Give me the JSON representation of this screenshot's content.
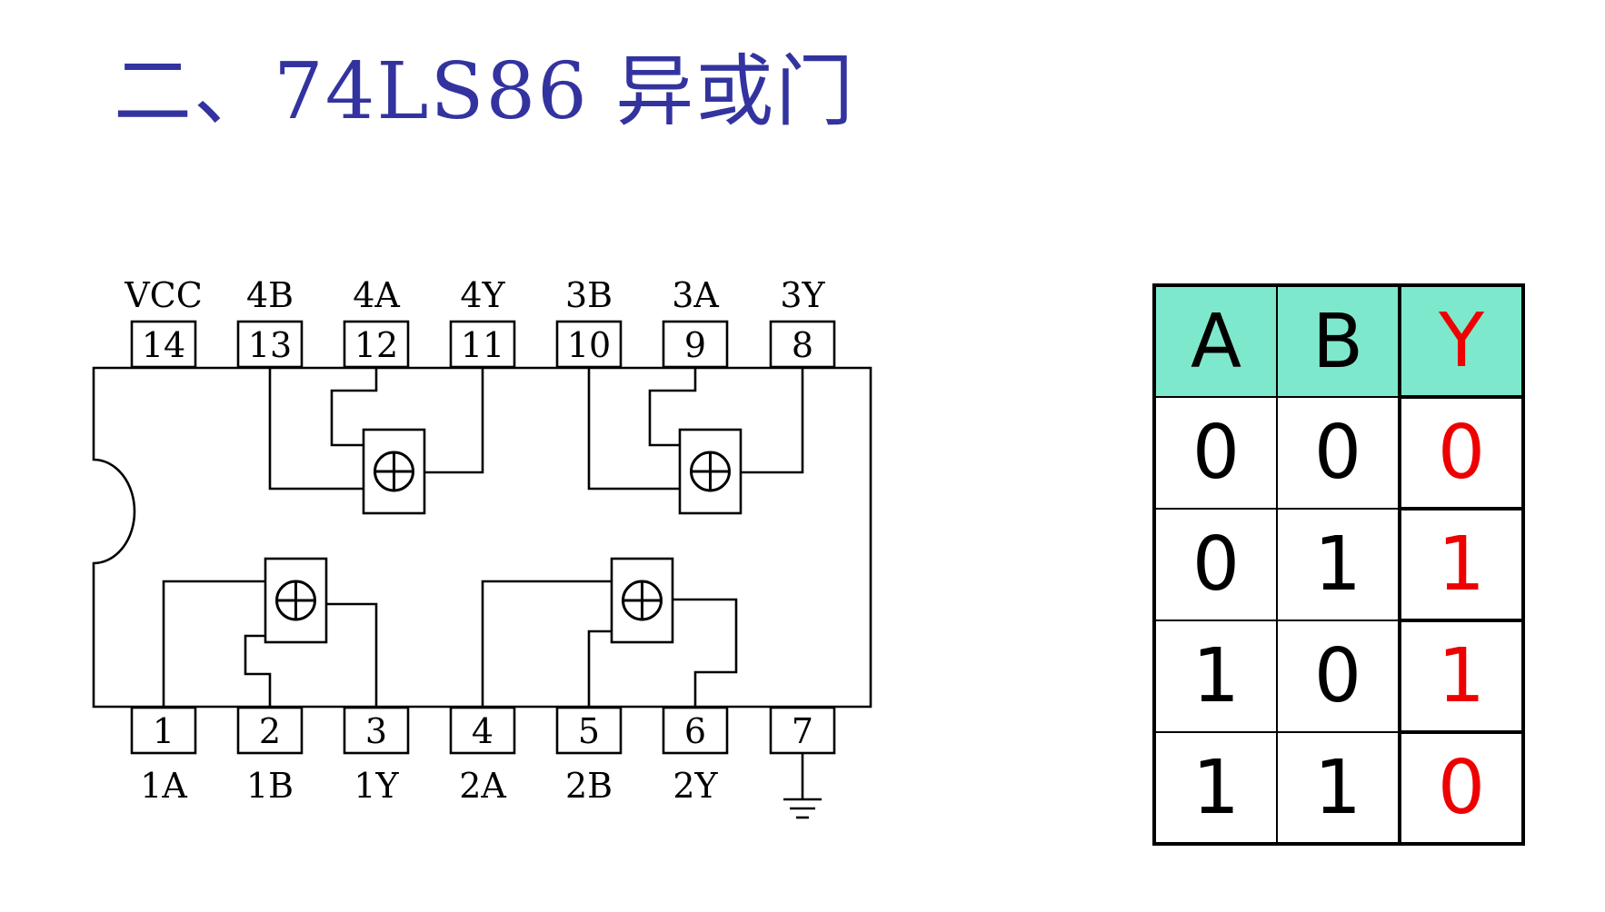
{
  "title": "二、74LS86 异或门",
  "colors": {
    "title": "#3333a0",
    "header_bg": "#7ee8cc",
    "output_text": "#ee0000",
    "lines": "#000000"
  },
  "chip": {
    "top_pins": [
      {
        "number": "14",
        "label": "VCC"
      },
      {
        "number": "13",
        "label": "4B"
      },
      {
        "number": "12",
        "label": "4A"
      },
      {
        "number": "11",
        "label": "4Y"
      },
      {
        "number": "10",
        "label": "3B"
      },
      {
        "number": "9",
        "label": "3A"
      },
      {
        "number": "8",
        "label": "3Y"
      }
    ],
    "bottom_pins": [
      {
        "number": "1",
        "label": "1A"
      },
      {
        "number": "2",
        "label": "1B"
      },
      {
        "number": "3",
        "label": "1Y"
      },
      {
        "number": "4",
        "label": "2A"
      },
      {
        "number": "5",
        "label": "2B"
      },
      {
        "number": "6",
        "label": "2Y"
      },
      {
        "number": "7",
        "label": ""
      }
    ],
    "gate_symbol": "⊕",
    "ground_icon": "ground-icon"
  },
  "truth_table": {
    "headers": [
      "A",
      "B",
      "Y"
    ],
    "rows": [
      [
        "0",
        "0",
        "0"
      ],
      [
        "0",
        "1",
        "1"
      ],
      [
        "1",
        "0",
        "1"
      ],
      [
        "1",
        "1",
        "0"
      ]
    ]
  }
}
